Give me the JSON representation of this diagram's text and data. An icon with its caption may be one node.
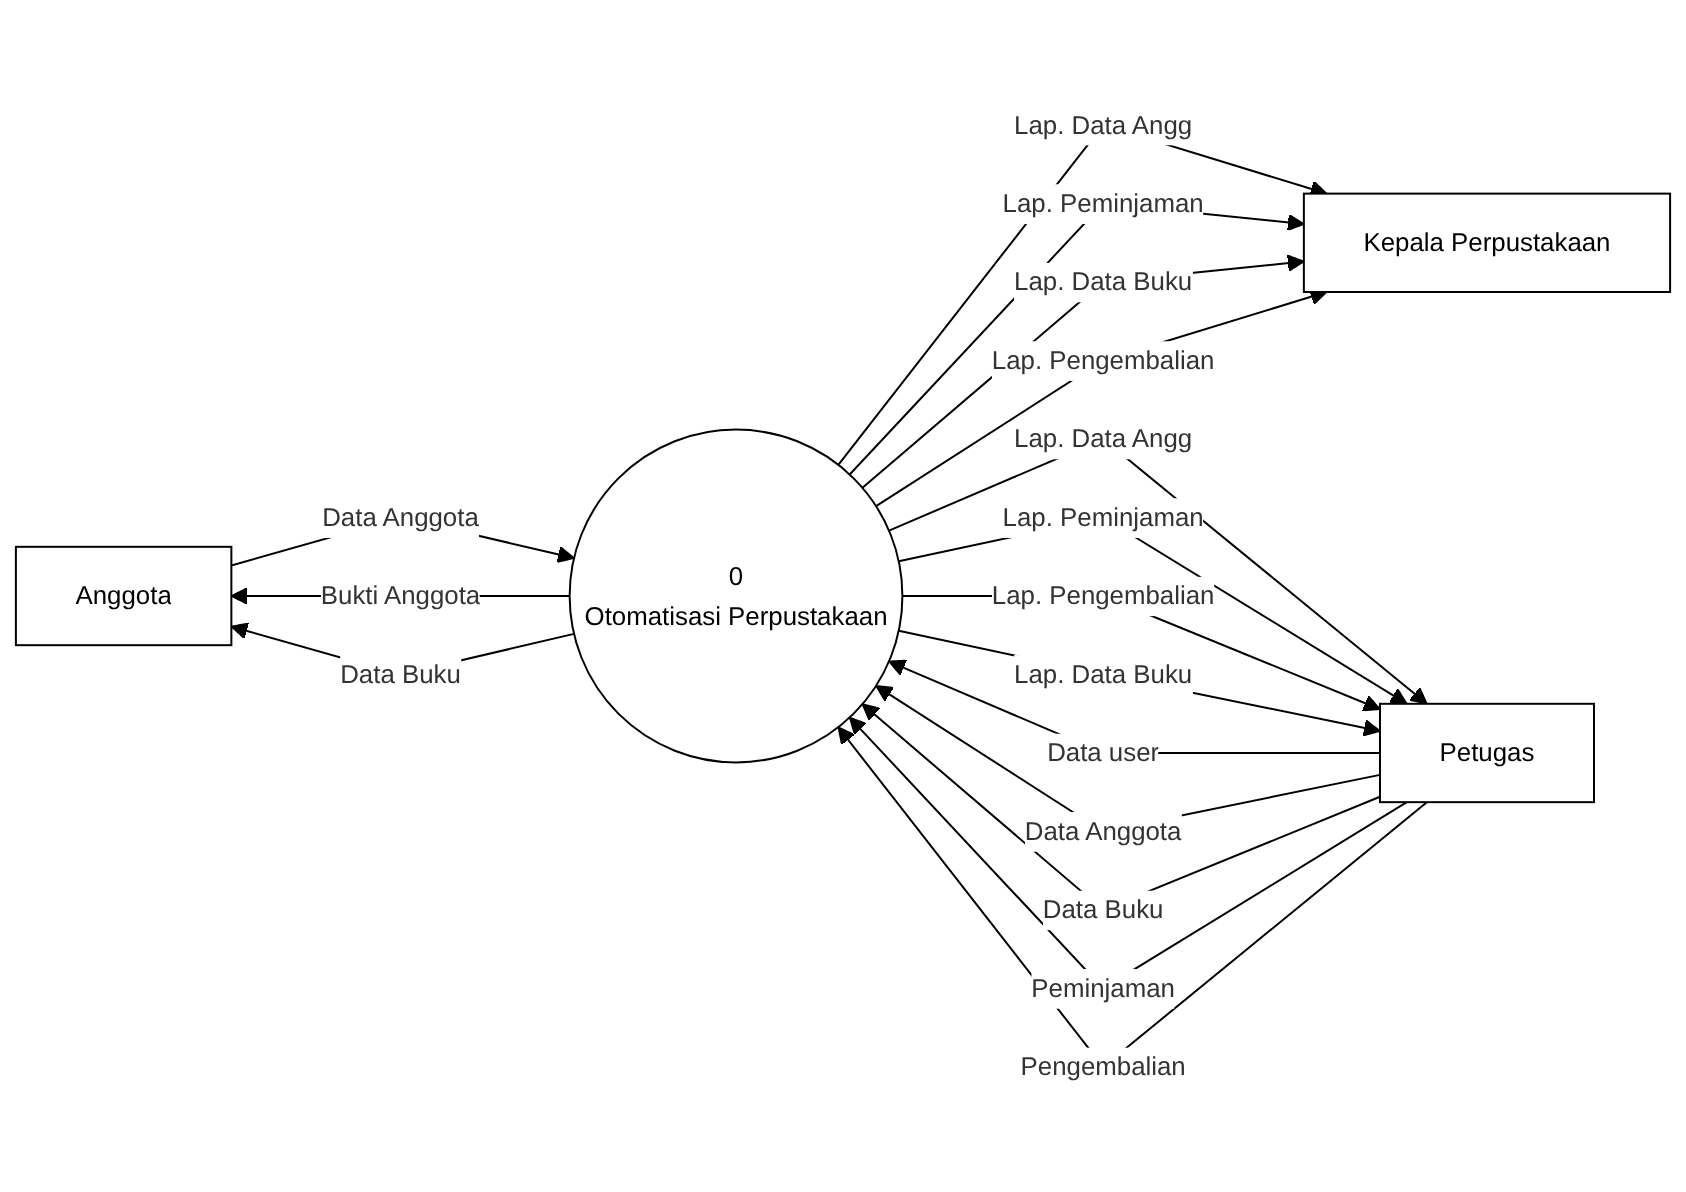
{
  "diagram": {
    "nodes": [
      {
        "text": [
          "Anggota"
        ]
      },
      {
        "text": [
          "0",
          "Otomatisasi Perpustakaan"
        ]
      },
      {
        "text": [
          "Kepala Perpustakaan"
        ]
      },
      {
        "text": [
          "Petugas"
        ]
      }
    ],
    "edges": [
      {
        "from": 1,
        "to": 0,
        "arrow": "to",
        "label": "Bukti Anggota"
      },
      {
        "from": 0,
        "to": 1,
        "arrow": "to",
        "label": "Data Anggota"
      },
      {
        "from": 1,
        "to": 0,
        "arrow": "to",
        "label": "Data Buku"
      },
      {
        "from": 1,
        "to": 2,
        "arrow": "to",
        "label": "Lap. Data Angg"
      },
      {
        "from": 1,
        "to": 2,
        "arrow": "to",
        "label": "Lap. Peminjaman"
      },
      {
        "from": 1,
        "to": 2,
        "arrow": "to",
        "label": "Lap. Data Buku"
      },
      {
        "from": 1,
        "to": 2,
        "arrow": "to",
        "label": "Lap. Pengembalian"
      },
      {
        "from": 3,
        "to": 1,
        "arrow": "to",
        "label": "Data user"
      },
      {
        "from": 3,
        "to": 1,
        "arrow": "to",
        "label": "Data Anggota"
      },
      {
        "from": 3,
        "to": 1,
        "arrow": "to",
        "label": "Data Buku"
      },
      {
        "from": 3,
        "to": 1,
        "arrow": "to",
        "label": "Peminjaman"
      },
      {
        "from": 3,
        "to": 1,
        "arrow": "to",
        "label": "Pengembalian"
      },
      {
        "from": 1,
        "to": 3,
        "arrow": "to",
        "label": "Lap. Data Angg"
      },
      {
        "from": 1,
        "to": 3,
        "arrow": "to",
        "label": "Lap. Peminjaman"
      },
      {
        "from": 1,
        "to": 3,
        "arrow": "to",
        "label": "Lap. Pengembalian"
      },
      {
        "from": 1,
        "to": 3,
        "arrow": "to",
        "label": "Lap. Data Buku"
      }
    ]
  }
}
